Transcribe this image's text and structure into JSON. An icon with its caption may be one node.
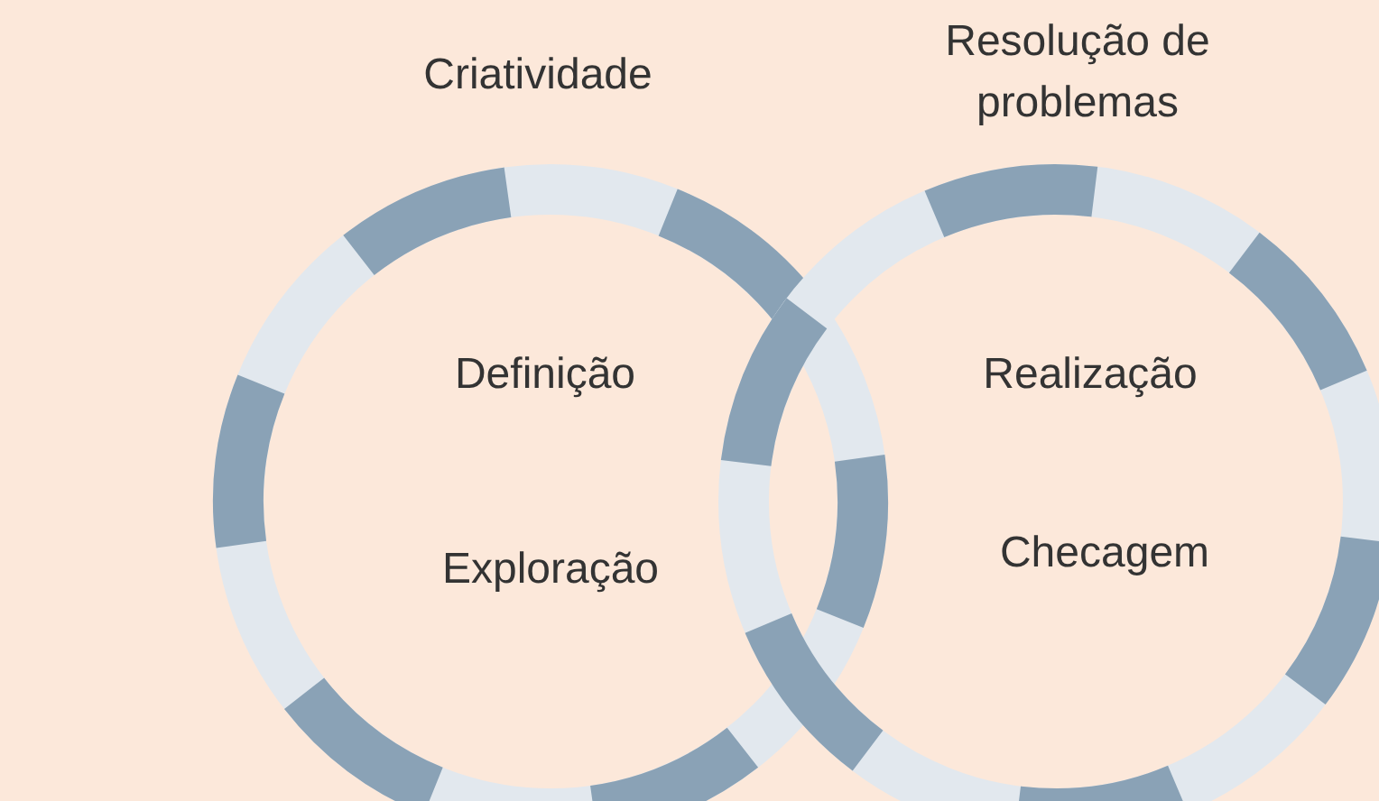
{
  "diagram": {
    "nodes": [
      {
        "text": [
          "Criatividade",
          "Definição",
          "Exploração"
        ]
      },
      {
        "text": [
          "Resolução de problemas",
          "Realização",
          "Checagem"
        ]
      }
    ]
  }
}
